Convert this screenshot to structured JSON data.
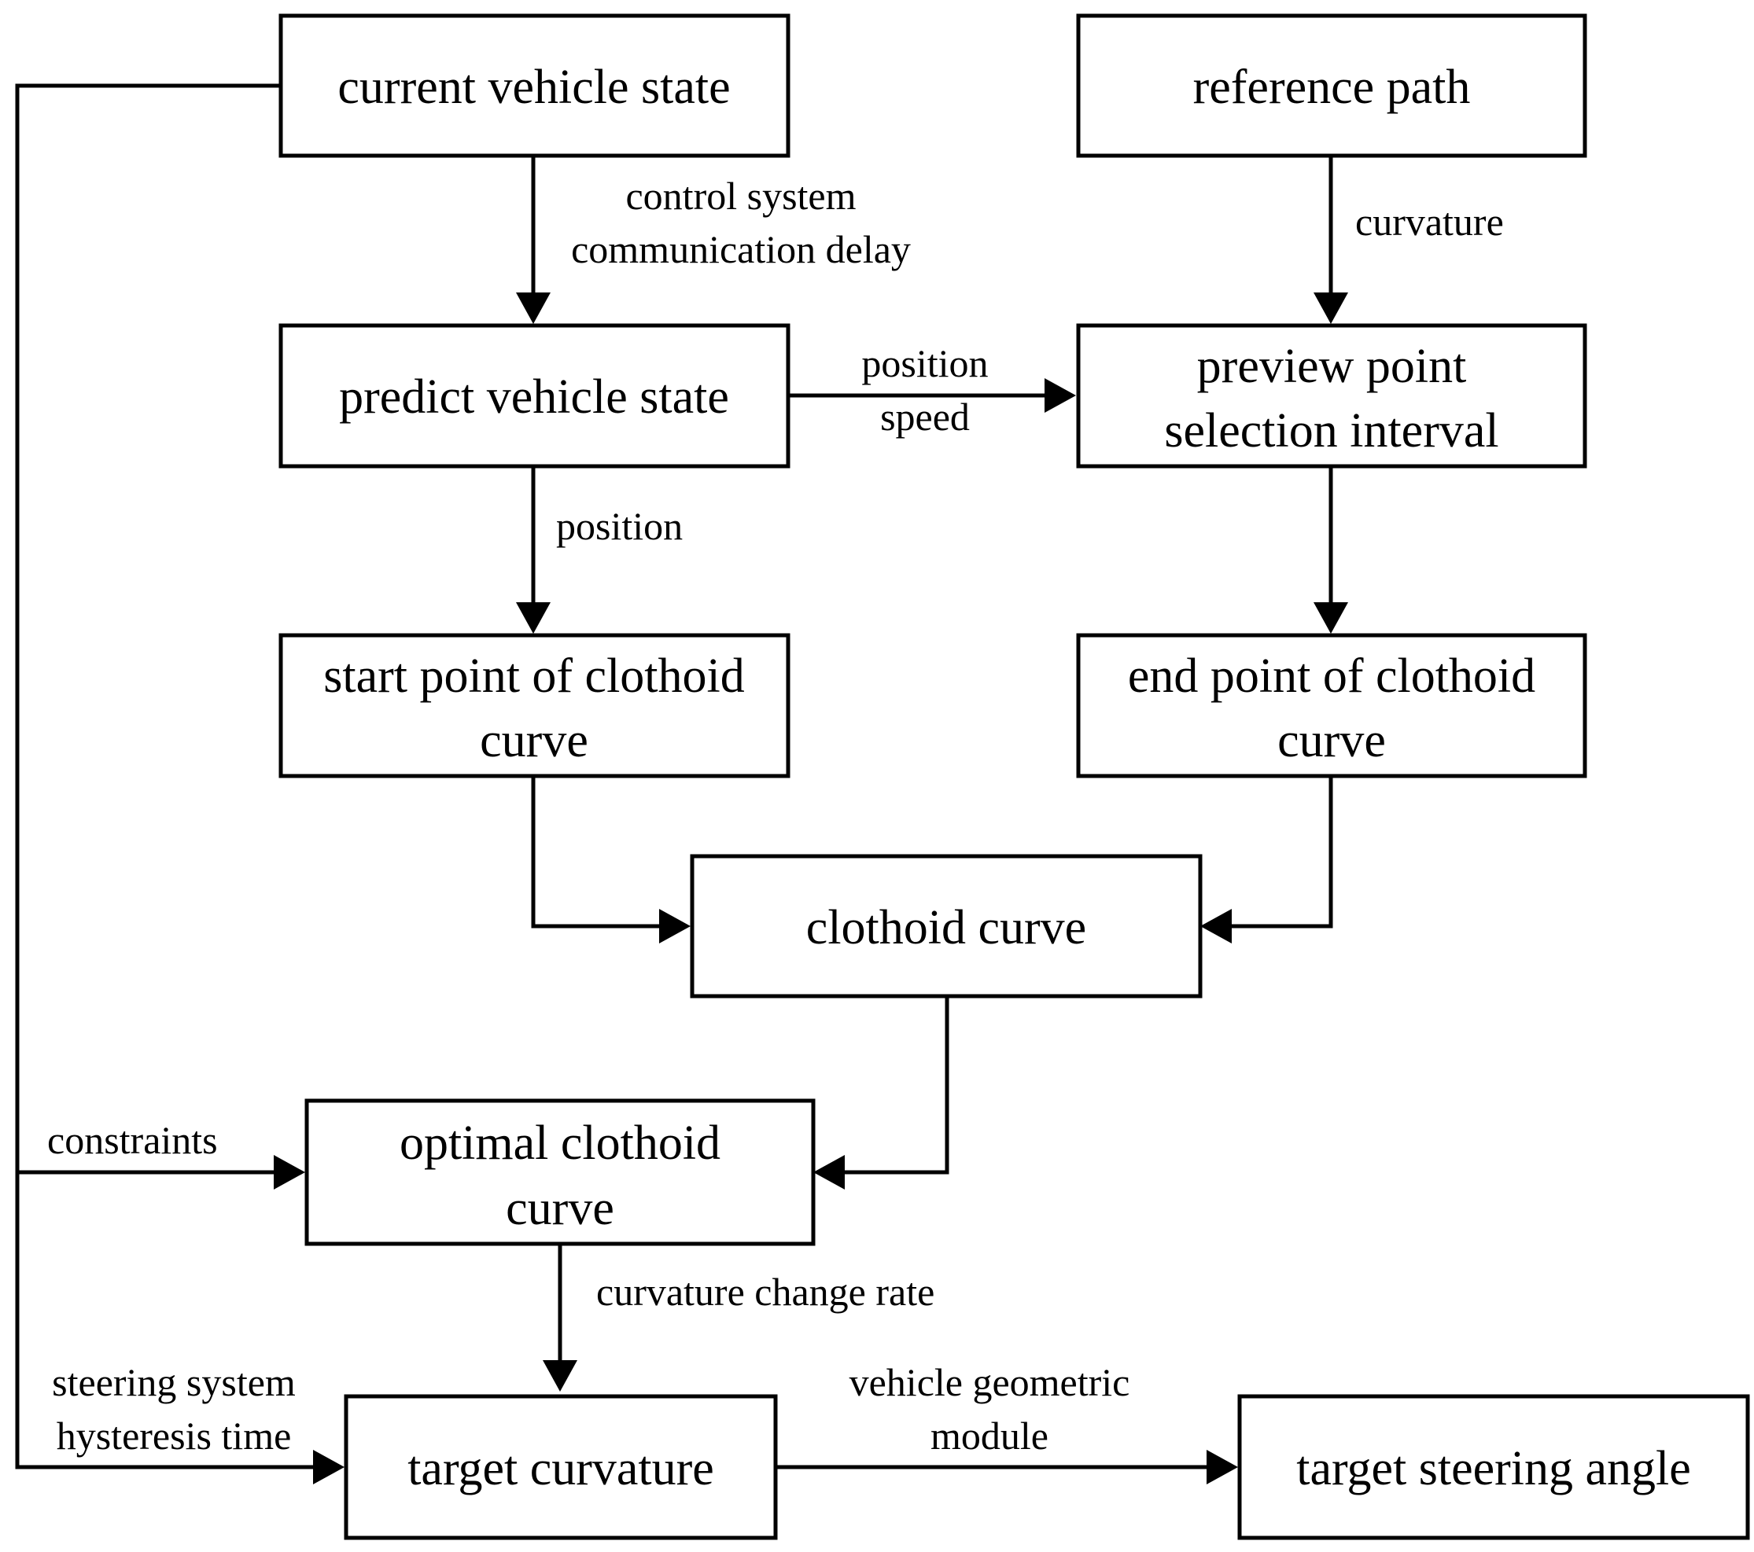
{
  "nodes": {
    "current_vehicle_state": "current vehicle state",
    "reference_path": "reference path",
    "predict_vehicle_state": "predict vehicle state",
    "preview_point": [
      "preview point",
      "selection interval"
    ],
    "start_point": [
      "start point of clothoid",
      "curve"
    ],
    "end_point": [
      "end point of clothoid",
      "curve"
    ],
    "clothoid_curve": "clothoid curve",
    "optimal_clothoid": [
      "optimal clothoid",
      "curve"
    ],
    "target_curvature": "target curvature",
    "target_steering_angle": "target steering angle"
  },
  "edge_labels": {
    "control_delay": [
      "control system",
      "communication delay"
    ],
    "curvature": "curvature",
    "position_speed": [
      "position",
      "speed"
    ],
    "position": "position",
    "constraints": "constraints",
    "curvature_change_rate": "curvature change rate",
    "steering_hysteresis": [
      "steering system",
      "hysteresis time"
    ],
    "vehicle_geometric": [
      "vehicle geometric",
      "module"
    ]
  }
}
